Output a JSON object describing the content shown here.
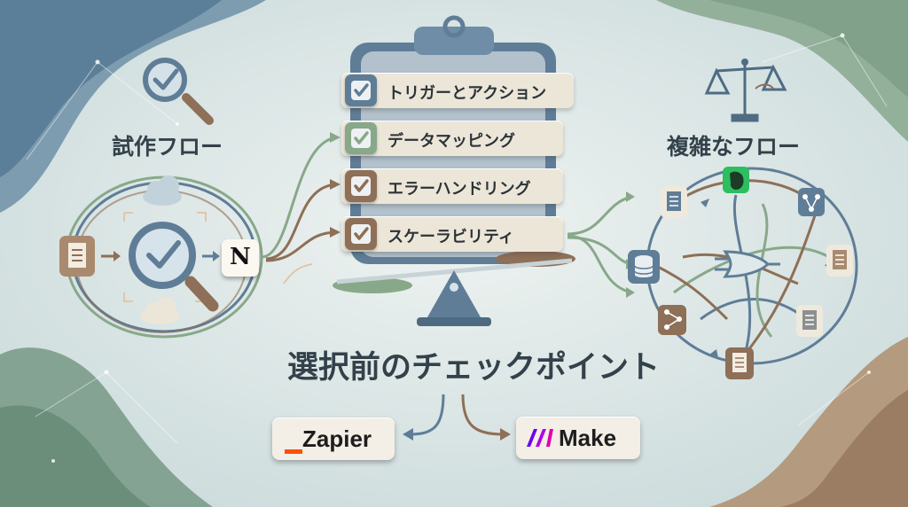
{
  "left_section": {
    "title": "試作フロー"
  },
  "right_section": {
    "title": "複雑なフロー"
  },
  "checklist": {
    "items": [
      {
        "label": "トリガーとアクション",
        "box_color": "#5f7d97"
      },
      {
        "label": "データマッピング",
        "box_color": "#88a88a"
      },
      {
        "label": "エラーハンドリング",
        "box_color": "#8e6f57"
      },
      {
        "label": "スケーラビリティ",
        "box_color": "#8e6f57"
      }
    ]
  },
  "main_title": "選択前のチェックポイント",
  "apps": {
    "notion_letter": "N"
  },
  "logos": {
    "zapier": "Zapier",
    "make": "Make"
  },
  "colors": {
    "blue": "#5f7d97",
    "green": "#88a88a",
    "brown": "#8e6f57",
    "cream": "#ece6d9",
    "zapier_orange": "#ff4f00",
    "make_purple": "#8a2be2",
    "evernote_green": "#2dbe60"
  },
  "icons": [
    "magnifier-check-icon",
    "cloud-icon",
    "document-icon",
    "notion-icon",
    "balance-scale-icon",
    "evernote-icon",
    "database-icon",
    "logic-gate-icon",
    "workflow-icon",
    "clipboard-icon",
    "seesaw-icon",
    "zapier-logo",
    "make-logo"
  ]
}
